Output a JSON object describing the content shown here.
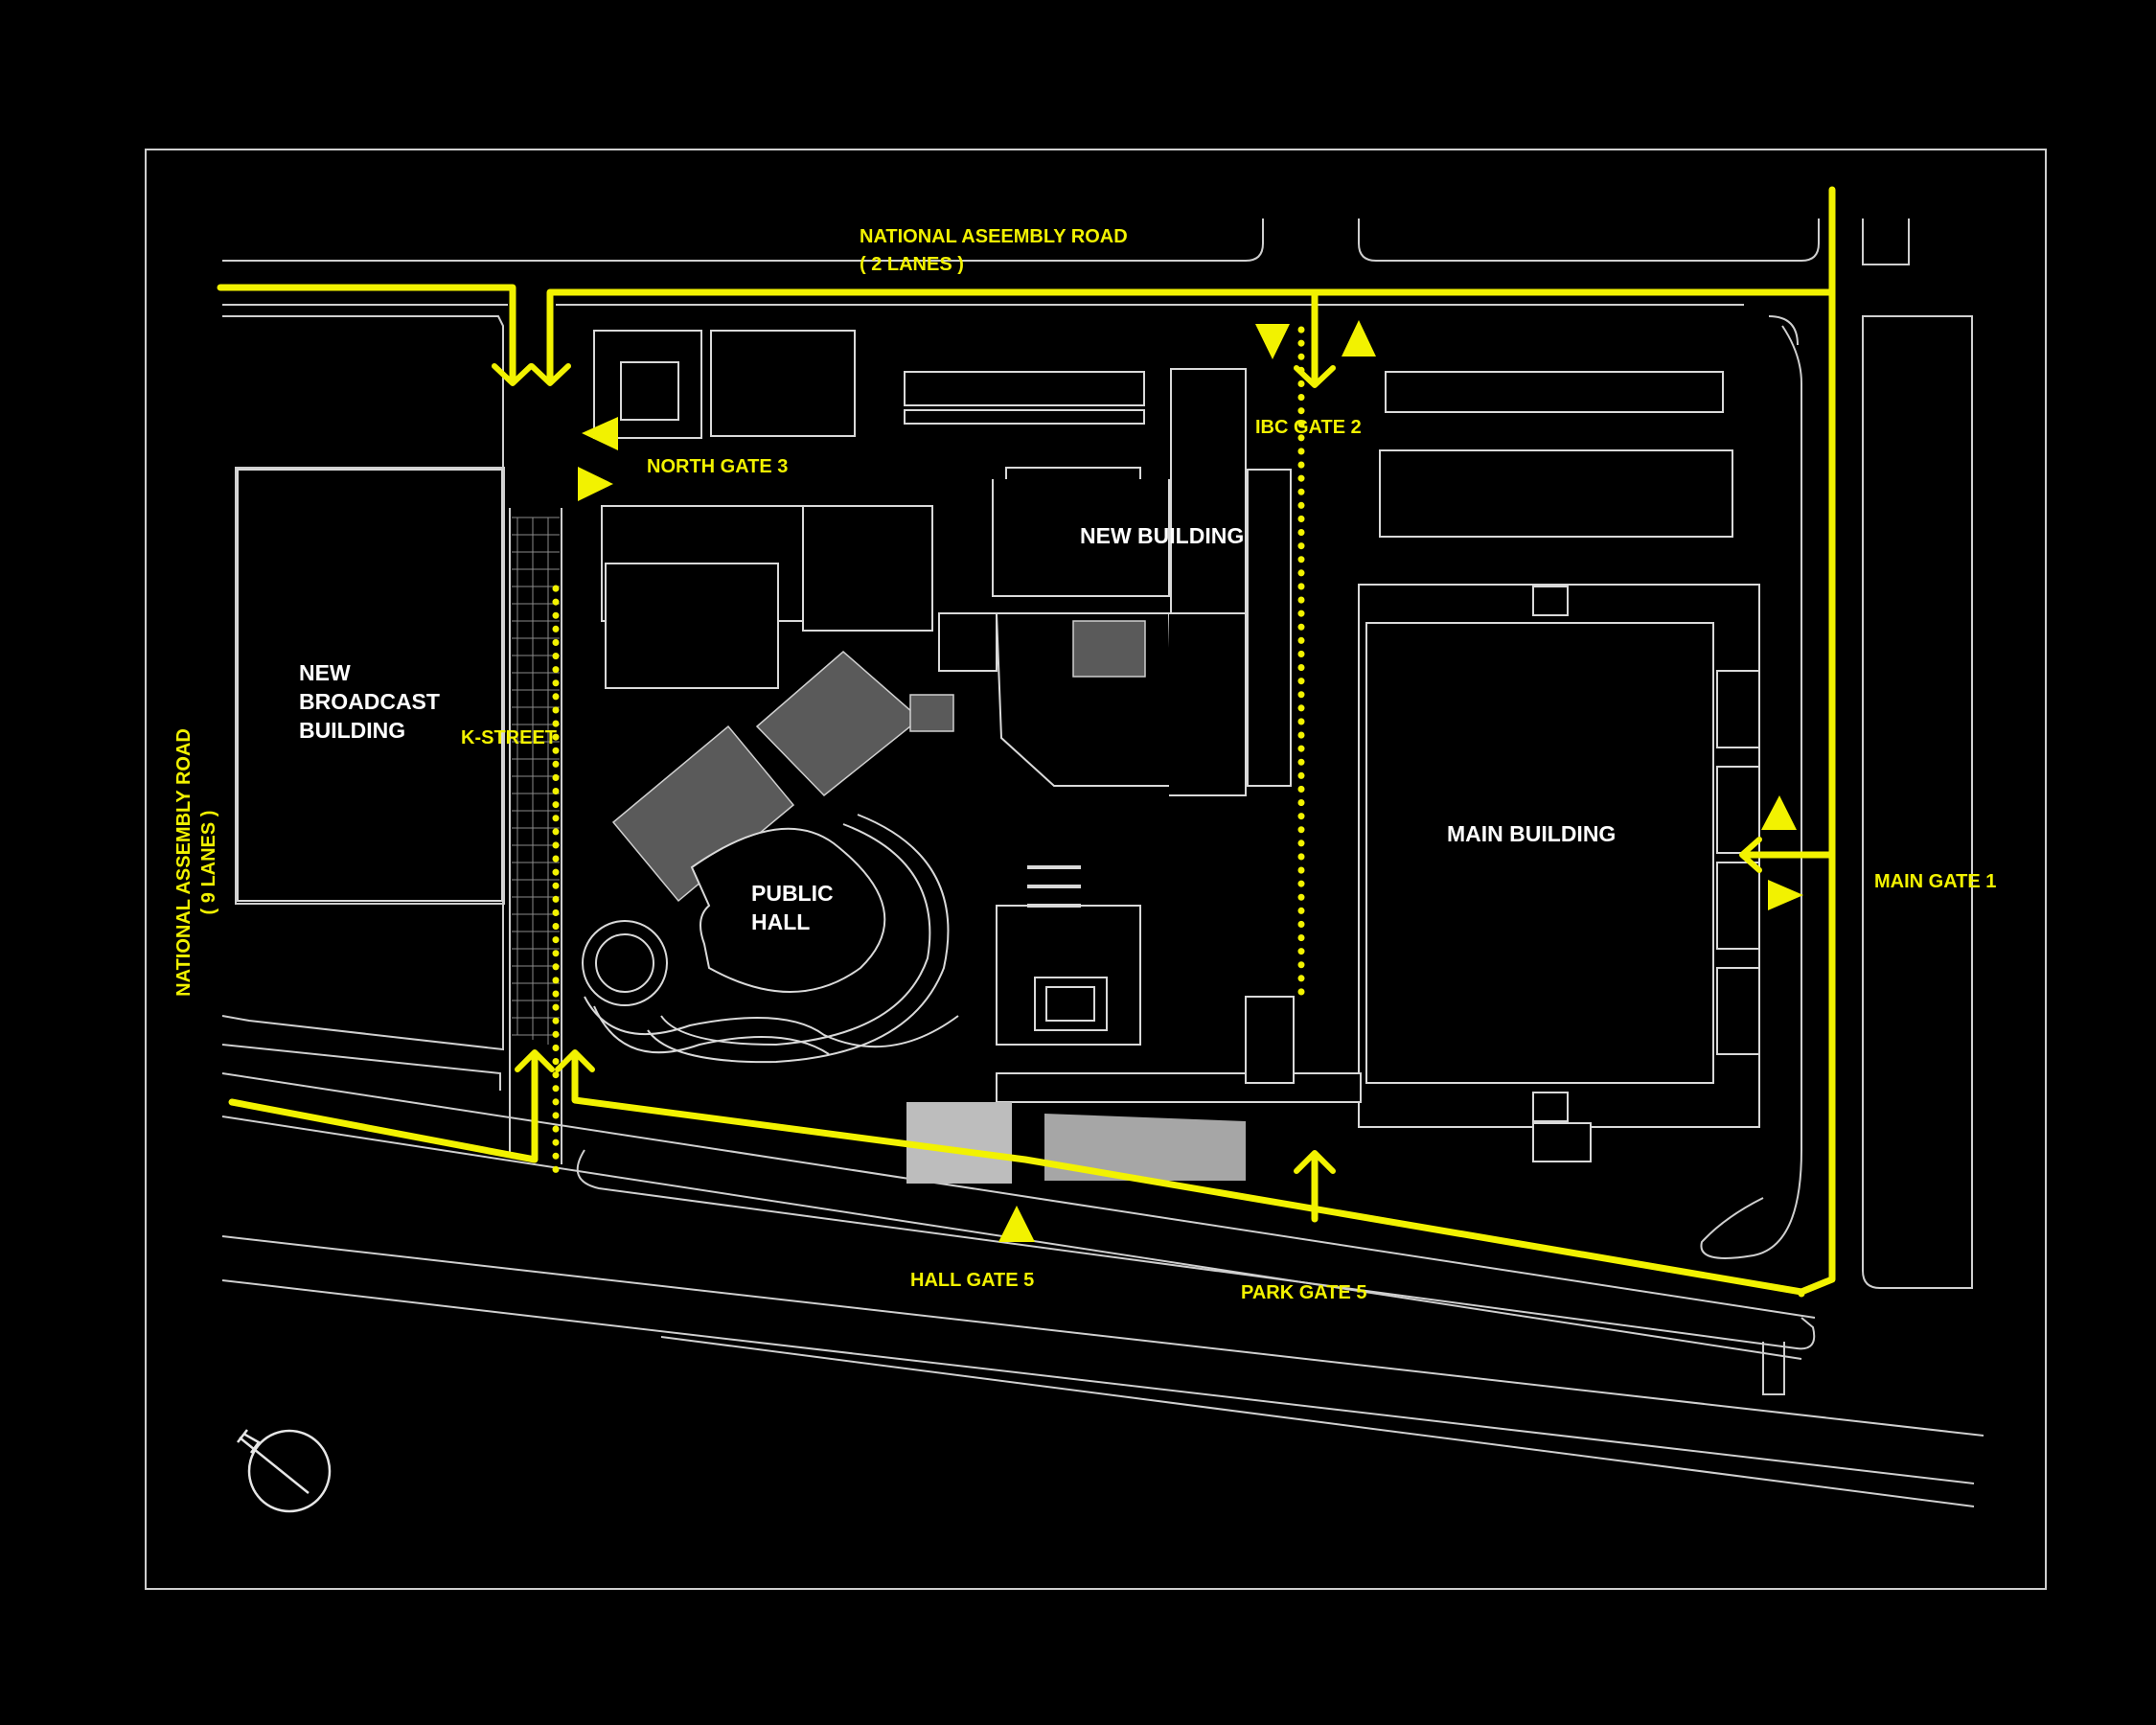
{
  "colors": {
    "background": "#000000",
    "route": "#f2f200",
    "linework": "#d9d9d9",
    "building_fill": "#000000",
    "plaza_fill": "#bdbdbd"
  },
  "roads": {
    "north": {
      "name": "NATIONAL ASEEMBLY ROAD",
      "lanes": "( 2 LANES )"
    },
    "west": {
      "name": "NATIONAL ASSEMBLY ROAD",
      "lanes": "( 9 LANES )"
    },
    "inner_street": "K-STREET"
  },
  "buildings": {
    "broadcast": [
      "NEW",
      "BROADCAST",
      "BUILDING"
    ],
    "new_building": "NEW BUILDING",
    "main_building": "MAIN BUILDING",
    "public_hall": [
      "PUBLIC",
      "HALL"
    ]
  },
  "gates": {
    "north_gate": "NORTH GATE 3",
    "ibc_gate": "IBC GATE 2",
    "main_gate": "MAIN GATE 1",
    "hall_gate": "HALL GATE 5",
    "park_gate": "PARK GATE 5"
  },
  "icons": {
    "compass": "north-arrow-compass-icon",
    "gate_marker": "triangle-arrow-icon"
  }
}
